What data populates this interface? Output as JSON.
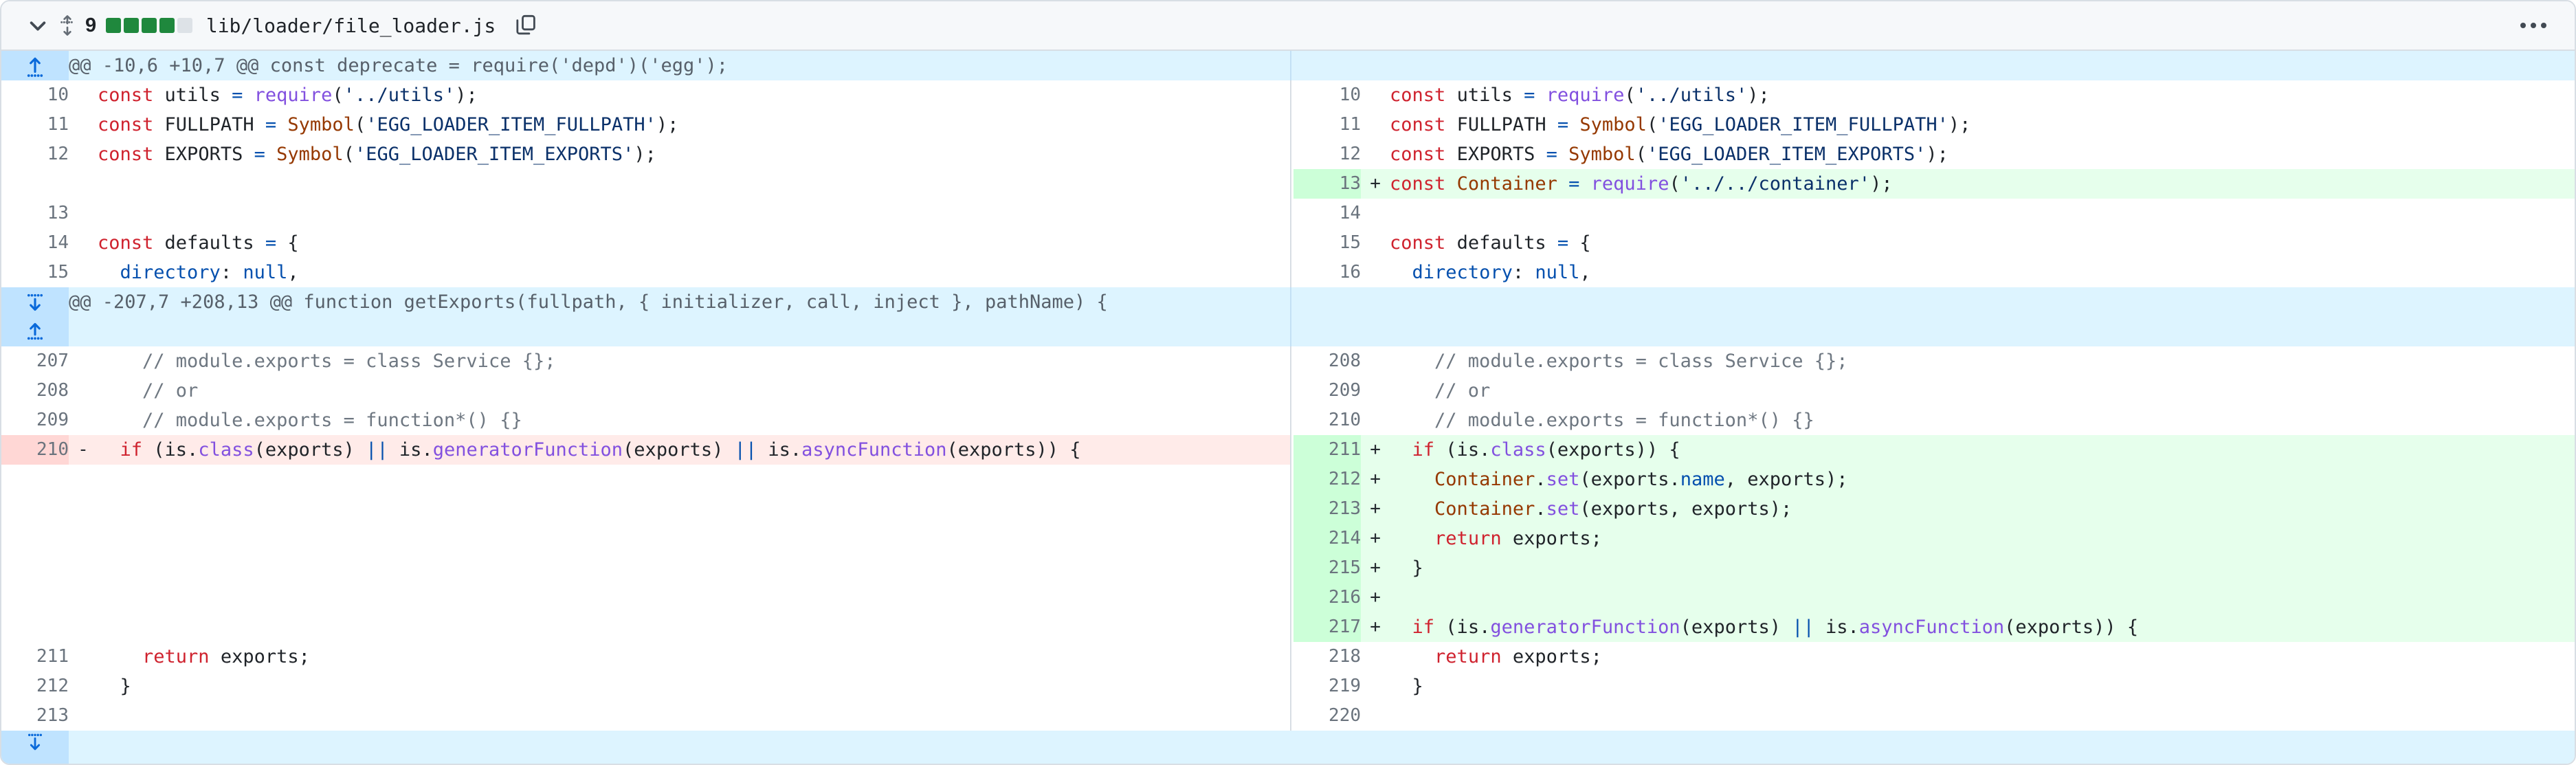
{
  "header": {
    "chevron_icon": "chevron-down-icon",
    "drag_icon": "drag-handle-icon",
    "change_count": "9",
    "diffstat": {
      "filled": 4,
      "empty": 1,
      "color_on": "#1f883d",
      "color_off": "#dde2e7"
    },
    "file_path": "lib/loader/file_loader.js",
    "copy_icon": "copy-icon",
    "kebab_icon": "kebab-horizontal-icon"
  },
  "hunks": [
    {
      "expand_icon": "expand-up-icon",
      "header": "@@ -10,6 +10,7 @@ const deprecate = require('depd')('egg');"
    },
    {
      "expand_icon": "expand-up-down-icon",
      "header": "@@ -207,7 +208,13 @@ function getExports(fullpath, { initializer, call, inject }, pathName) {"
    }
  ],
  "bottom": {
    "expand_icon": "expand-down-icon"
  },
  "rows": [
    {
      "left": {
        "num": "10",
        "marker": "",
        "type": "ctx",
        "tokens": [
          {
            "t": "const ",
            "c": "k"
          },
          {
            "t": "utils ",
            "c": "pl"
          },
          {
            "t": "=",
            "c": "op"
          },
          {
            "t": " ",
            "c": "pl"
          },
          {
            "t": "require",
            "c": "fn"
          },
          {
            "t": "(",
            "c": "pl"
          },
          {
            "t": "'../utils'",
            "c": "str"
          },
          {
            "t": ");",
            "c": "pl"
          }
        ]
      },
      "right": {
        "num": "10",
        "marker": "",
        "type": "ctx",
        "tokens": [
          {
            "t": "const ",
            "c": "k"
          },
          {
            "t": "utils ",
            "c": "pl"
          },
          {
            "t": "=",
            "c": "op"
          },
          {
            "t": " ",
            "c": "pl"
          },
          {
            "t": "require",
            "c": "fn"
          },
          {
            "t": "(",
            "c": "pl"
          },
          {
            "t": "'../utils'",
            "c": "str"
          },
          {
            "t": ");",
            "c": "pl"
          }
        ]
      }
    },
    {
      "left": {
        "num": "11",
        "marker": "",
        "type": "ctx",
        "tokens": [
          {
            "t": "const ",
            "c": "k"
          },
          {
            "t": "FULLPATH ",
            "c": "pl"
          },
          {
            "t": "=",
            "c": "op"
          },
          {
            "t": " ",
            "c": "pl"
          },
          {
            "t": "Symbol",
            "c": "cls"
          },
          {
            "t": "(",
            "c": "pl"
          },
          {
            "t": "'EGG_LOADER_ITEM_FULLPATH'",
            "c": "str"
          },
          {
            "t": ");",
            "c": "pl"
          }
        ]
      },
      "right": {
        "num": "11",
        "marker": "",
        "type": "ctx",
        "tokens": [
          {
            "t": "const ",
            "c": "k"
          },
          {
            "t": "FULLPATH ",
            "c": "pl"
          },
          {
            "t": "=",
            "c": "op"
          },
          {
            "t": " ",
            "c": "pl"
          },
          {
            "t": "Symbol",
            "c": "cls"
          },
          {
            "t": "(",
            "c": "pl"
          },
          {
            "t": "'EGG_LOADER_ITEM_FULLPATH'",
            "c": "str"
          },
          {
            "t": ");",
            "c": "pl"
          }
        ]
      }
    },
    {
      "left": {
        "num": "12",
        "marker": "",
        "type": "ctx",
        "tokens": [
          {
            "t": "const ",
            "c": "k"
          },
          {
            "t": "EXPORTS ",
            "c": "pl"
          },
          {
            "t": "=",
            "c": "op"
          },
          {
            "t": " ",
            "c": "pl"
          },
          {
            "t": "Symbol",
            "c": "cls"
          },
          {
            "t": "(",
            "c": "pl"
          },
          {
            "t": "'EGG_LOADER_ITEM_EXPORTS'",
            "c": "str"
          },
          {
            "t": ");",
            "c": "pl"
          }
        ]
      },
      "right": {
        "num": "12",
        "marker": "",
        "type": "ctx",
        "tokens": [
          {
            "t": "const ",
            "c": "k"
          },
          {
            "t": "EXPORTS ",
            "c": "pl"
          },
          {
            "t": "=",
            "c": "op"
          },
          {
            "t": " ",
            "c": "pl"
          },
          {
            "t": "Symbol",
            "c": "cls"
          },
          {
            "t": "(",
            "c": "pl"
          },
          {
            "t": "'EGG_LOADER_ITEM_EXPORTS'",
            "c": "str"
          },
          {
            "t": ");",
            "c": "pl"
          }
        ]
      }
    },
    {
      "left": {
        "num": "",
        "marker": "",
        "type": "empty",
        "tokens": []
      },
      "right": {
        "num": "13",
        "marker": "+",
        "type": "add",
        "tokens": [
          {
            "t": "const ",
            "c": "k"
          },
          {
            "t": "Container ",
            "c": "cls"
          },
          {
            "t": "=",
            "c": "op"
          },
          {
            "t": " ",
            "c": "pl"
          },
          {
            "t": "require",
            "c": "fn"
          },
          {
            "t": "(",
            "c": "pl"
          },
          {
            "t": "'../../container'",
            "c": "str"
          },
          {
            "t": ");",
            "c": "pl"
          }
        ]
      }
    },
    {
      "left": {
        "num": "13",
        "marker": "",
        "type": "ctx",
        "tokens": []
      },
      "right": {
        "num": "14",
        "marker": "",
        "type": "ctx",
        "tokens": []
      }
    },
    {
      "left": {
        "num": "14",
        "marker": "",
        "type": "ctx",
        "tokens": [
          {
            "t": "const ",
            "c": "k"
          },
          {
            "t": "defaults ",
            "c": "pl"
          },
          {
            "t": "=",
            "c": "op"
          },
          {
            "t": " {",
            "c": "pl"
          }
        ]
      },
      "right": {
        "num": "15",
        "marker": "",
        "type": "ctx",
        "tokens": [
          {
            "t": "const ",
            "c": "k"
          },
          {
            "t": "defaults ",
            "c": "pl"
          },
          {
            "t": "=",
            "c": "op"
          },
          {
            "t": " {",
            "c": "pl"
          }
        ]
      }
    },
    {
      "left": {
        "num": "15",
        "marker": "",
        "type": "ctx",
        "tokens": [
          {
            "t": "  ",
            "c": "pl"
          },
          {
            "t": "directory",
            "c": "prop"
          },
          {
            "t": ": ",
            "c": "pl"
          },
          {
            "t": "null",
            "c": "op"
          },
          {
            "t": ",",
            "c": "pl"
          }
        ]
      },
      "right": {
        "num": "16",
        "marker": "",
        "type": "ctx",
        "tokens": [
          {
            "t": "  ",
            "c": "pl"
          },
          {
            "t": "directory",
            "c": "prop"
          },
          {
            "t": ": ",
            "c": "pl"
          },
          {
            "t": "null",
            "c": "op"
          },
          {
            "t": ",",
            "c": "pl"
          }
        ]
      }
    },
    {
      "left": {
        "num": "207",
        "marker": "",
        "type": "ctx",
        "tokens": [
          {
            "t": "    // module.exports = class Service {};",
            "c": "cm"
          }
        ]
      },
      "right": {
        "num": "208",
        "marker": "",
        "type": "ctx",
        "tokens": [
          {
            "t": "    // module.exports = class Service {};",
            "c": "cm"
          }
        ]
      }
    },
    {
      "left": {
        "num": "208",
        "marker": "",
        "type": "ctx",
        "tokens": [
          {
            "t": "    // or",
            "c": "cm"
          }
        ]
      },
      "right": {
        "num": "209",
        "marker": "",
        "type": "ctx",
        "tokens": [
          {
            "t": "    // or",
            "c": "cm"
          }
        ]
      }
    },
    {
      "left": {
        "num": "209",
        "marker": "",
        "type": "ctx",
        "tokens": [
          {
            "t": "    // module.exports = function*() {}",
            "c": "cm"
          }
        ]
      },
      "right": {
        "num": "210",
        "marker": "",
        "type": "ctx",
        "tokens": [
          {
            "t": "    // module.exports = function*() {}",
            "c": "cm"
          }
        ]
      }
    },
    {
      "left": {
        "num": "210",
        "marker": "-",
        "type": "del",
        "tokens": [
          {
            "t": "  ",
            "c": "pl"
          },
          {
            "t": "if",
            "c": "k"
          },
          {
            "t": " (is.",
            "c": "pl"
          },
          {
            "t": "class",
            "c": "fn"
          },
          {
            "t": "(exports) ",
            "c": "pl"
          },
          {
            "t": "||",
            "c": "op"
          },
          {
            "t": " is.",
            "c": "pl"
          },
          {
            "t": "generatorFunction",
            "c": "fn"
          },
          {
            "t": "(exports) ",
            "c": "pl"
          },
          {
            "t": "||",
            "c": "op"
          },
          {
            "t": " is.",
            "c": "pl"
          },
          {
            "t": "asyncFunction",
            "c": "fn"
          },
          {
            "t": "(exports)) {",
            "c": "pl"
          }
        ]
      },
      "right": {
        "num": "211",
        "marker": "+",
        "type": "add",
        "tokens": [
          {
            "t": "  ",
            "c": "pl"
          },
          {
            "t": "if",
            "c": "k"
          },
          {
            "t": " (is.",
            "c": "pl"
          },
          {
            "t": "class",
            "c": "fn"
          },
          {
            "t": "(exports)) {",
            "c": "pl"
          }
        ]
      }
    },
    {
      "left": {
        "num": "",
        "marker": "",
        "type": "empty",
        "tokens": []
      },
      "right": {
        "num": "212",
        "marker": "+",
        "type": "add",
        "tokens": [
          {
            "t": "    ",
            "c": "pl"
          },
          {
            "t": "Container",
            "c": "cls"
          },
          {
            "t": ".",
            "c": "pl"
          },
          {
            "t": "set",
            "c": "fn"
          },
          {
            "t": "(exports.",
            "c": "pl"
          },
          {
            "t": "name",
            "c": "prop"
          },
          {
            "t": ", exports);",
            "c": "pl"
          }
        ]
      }
    },
    {
      "left": {
        "num": "",
        "marker": "",
        "type": "empty",
        "tokens": []
      },
      "right": {
        "num": "213",
        "marker": "+",
        "type": "add",
        "tokens": [
          {
            "t": "    ",
            "c": "pl"
          },
          {
            "t": "Container",
            "c": "cls"
          },
          {
            "t": ".",
            "c": "pl"
          },
          {
            "t": "set",
            "c": "fn"
          },
          {
            "t": "(exports, exports);",
            "c": "pl"
          }
        ]
      }
    },
    {
      "left": {
        "num": "",
        "marker": "",
        "type": "empty",
        "tokens": []
      },
      "right": {
        "num": "214",
        "marker": "+",
        "type": "add",
        "tokens": [
          {
            "t": "    ",
            "c": "pl"
          },
          {
            "t": "return",
            "c": "k"
          },
          {
            "t": " exports;",
            "c": "pl"
          }
        ]
      }
    },
    {
      "left": {
        "num": "",
        "marker": "",
        "type": "empty",
        "tokens": []
      },
      "right": {
        "num": "215",
        "marker": "+",
        "type": "add",
        "tokens": [
          {
            "t": "  }",
            "c": "pl"
          }
        ]
      }
    },
    {
      "left": {
        "num": "",
        "marker": "",
        "type": "empty",
        "tokens": []
      },
      "right": {
        "num": "216",
        "marker": "+",
        "type": "add",
        "tokens": []
      }
    },
    {
      "left": {
        "num": "",
        "marker": "",
        "type": "empty",
        "tokens": []
      },
      "right": {
        "num": "217",
        "marker": "+",
        "type": "add",
        "tokens": [
          {
            "t": "  ",
            "c": "pl"
          },
          {
            "t": "if",
            "c": "k"
          },
          {
            "t": " (is.",
            "c": "pl"
          },
          {
            "t": "generatorFunction",
            "c": "fn"
          },
          {
            "t": "(exports) ",
            "c": "pl"
          },
          {
            "t": "||",
            "c": "op"
          },
          {
            "t": " is.",
            "c": "pl"
          },
          {
            "t": "asyncFunction",
            "c": "fn"
          },
          {
            "t": "(exports)) {",
            "c": "pl"
          }
        ]
      }
    },
    {
      "left": {
        "num": "211",
        "marker": "",
        "type": "ctx",
        "tokens": [
          {
            "t": "    ",
            "c": "pl"
          },
          {
            "t": "return",
            "c": "k"
          },
          {
            "t": " exports;",
            "c": "pl"
          }
        ]
      },
      "right": {
        "num": "218",
        "marker": "",
        "type": "ctx",
        "tokens": [
          {
            "t": "    ",
            "c": "pl"
          },
          {
            "t": "return",
            "c": "k"
          },
          {
            "t": " exports;",
            "c": "pl"
          }
        ]
      }
    },
    {
      "left": {
        "num": "212",
        "marker": "",
        "type": "ctx",
        "tokens": [
          {
            "t": "  }",
            "c": "pl"
          }
        ]
      },
      "right": {
        "num": "219",
        "marker": "",
        "type": "ctx",
        "tokens": [
          {
            "t": "  }",
            "c": "pl"
          }
        ]
      }
    },
    {
      "left": {
        "num": "213",
        "marker": "",
        "type": "ctx",
        "tokens": []
      },
      "right": {
        "num": "220",
        "marker": "",
        "type": "ctx",
        "tokens": []
      }
    }
  ]
}
